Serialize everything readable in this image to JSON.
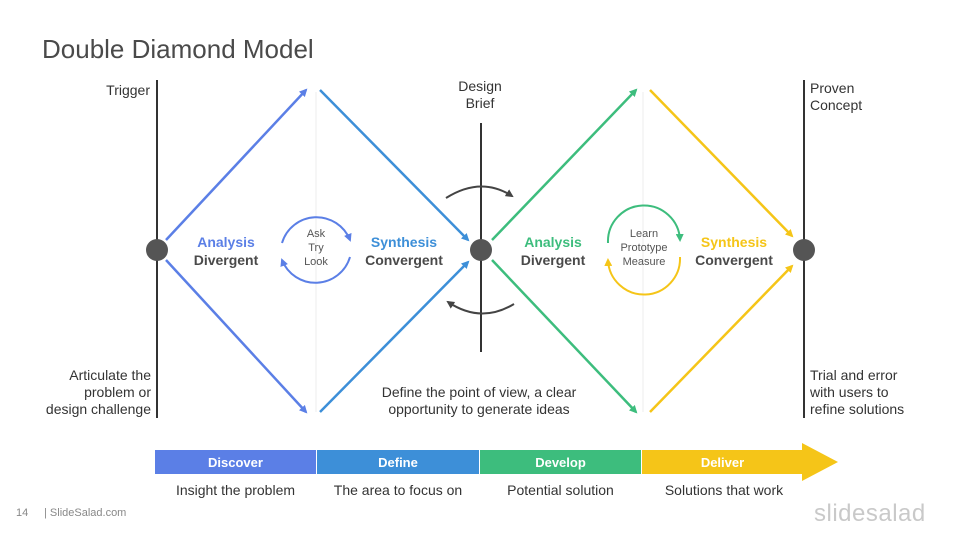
{
  "title": "Double Diamond Model",
  "colors": {
    "discover": "#5b7fe6",
    "define": "#3d8fd8",
    "develop": "#3dbd7d",
    "deliver": "#f5c518",
    "node": "#555555",
    "line": "#333333"
  },
  "milestones": {
    "trigger": "Trigger",
    "design_brief_1": "Design",
    "design_brief_2": "Brief",
    "proven_1": "Proven",
    "proven_2": "Concept"
  },
  "notes": {
    "left": [
      "Articulate the",
      "problem or",
      "design challenge"
    ],
    "center": [
      "Define the point of view, a clear",
      "opportunity to generate ideas"
    ],
    "right": [
      "Trial and error",
      "with users to",
      "refine solutions"
    ]
  },
  "diamond1": {
    "left": {
      "top": "Analysis",
      "bottom": "Divergent"
    },
    "cycle": [
      "Ask",
      "Try",
      "Look"
    ],
    "right": {
      "top": "Synthesis",
      "bottom": "Convergent"
    }
  },
  "diamond2": {
    "left": {
      "top": "Analysis",
      "bottom": "Divergent"
    },
    "cycle": [
      "Learn",
      "Prototype",
      "Measure"
    ],
    "right": {
      "top": "Synthesis",
      "bottom": "Convergent"
    }
  },
  "phases": [
    {
      "label": "Discover",
      "desc": "Insight the problem"
    },
    {
      "label": "Define",
      "desc": "The area to focus on"
    },
    {
      "label": "Develop",
      "desc": "Potential solution"
    },
    {
      "label": "Deliver",
      "desc": "Solutions that work"
    }
  ],
  "footer": {
    "page": "14",
    "site": "| SlideSalad.com",
    "brand": "slidesalad"
  }
}
